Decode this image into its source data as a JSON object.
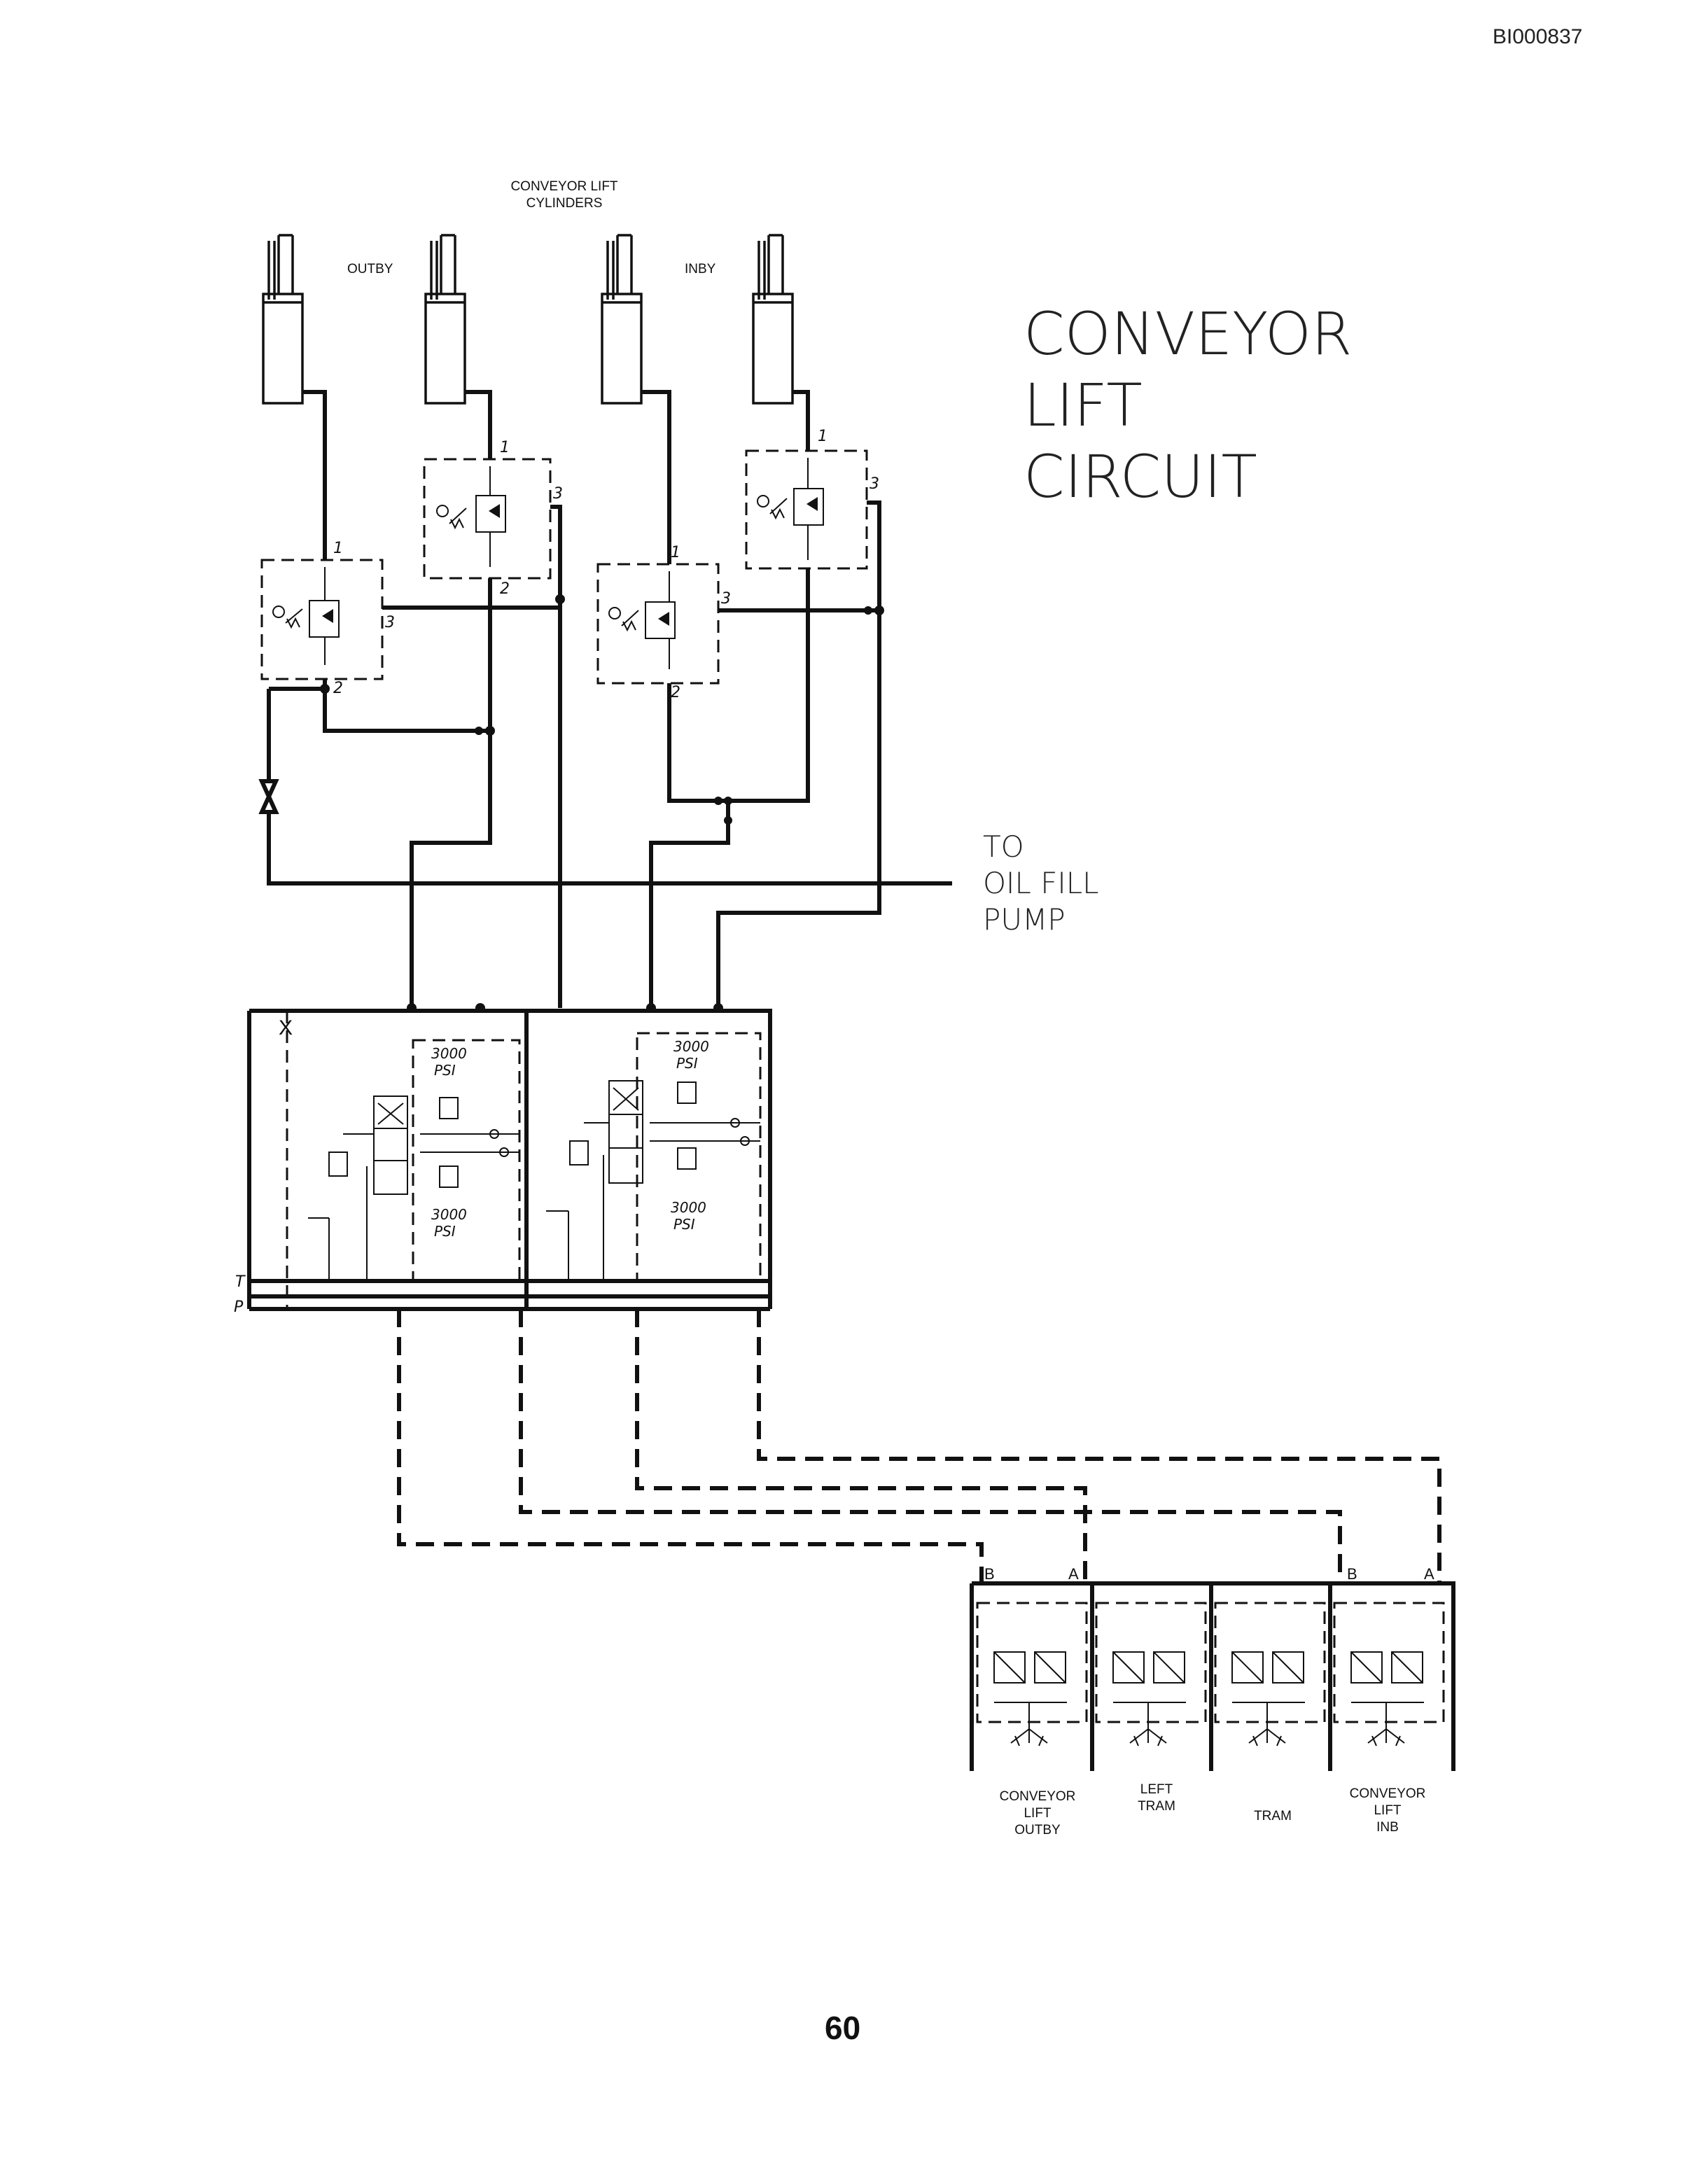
{
  "document": {
    "doc_id": "BI000837",
    "page_number": "60"
  },
  "diagram": {
    "title_lines": [
      "CONVEYOR",
      "LIFT",
      "CIRCUIT"
    ],
    "cylinders_heading_lines": [
      "CONVEYOR LIFT",
      "CYLINDERS"
    ],
    "outby_label": "OUTBY",
    "inby_label": "INBY",
    "oil_fill_lines": [
      "TO",
      "OIL FILL",
      "PUMP"
    ],
    "port_labels": {
      "p1": "1",
      "p2": "2",
      "p3": "3"
    },
    "relief_setting_lines": [
      "3000",
      "PSI"
    ],
    "valve_bank_ports": {
      "tank": "T",
      "pressure": "P"
    },
    "pilot_ports": {
      "b": "B",
      "a": "A"
    },
    "pilot_sections": [
      {
        "label_lines": [
          "CONVEYOR",
          "LIFT",
          "OUTBY"
        ]
      },
      {
        "label_lines": [
          "LEFT",
          "TRAM"
        ]
      },
      {
        "label_lines": [
          "TRAM"
        ]
      },
      {
        "label_lines": [
          "CONVEYOR",
          "LIFT",
          "INB"
        ]
      }
    ]
  }
}
